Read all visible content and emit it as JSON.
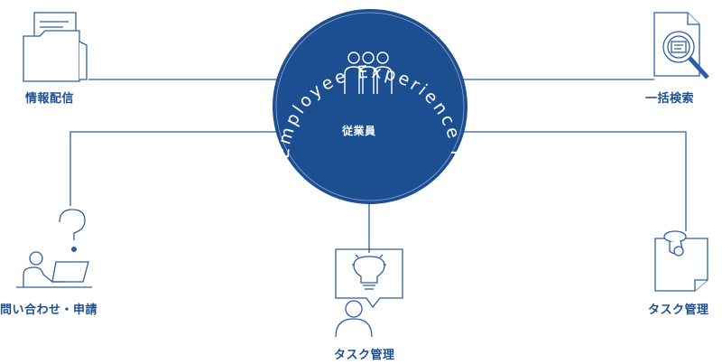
{
  "diagram": {
    "ring_text": "Employee Experience Platform",
    "center_label": "従業員",
    "nodes": {
      "top_left": "情報配信",
      "top_right": "一括検索",
      "bottom_left": "問い合わせ・申請",
      "bottom_center": "タスク管理",
      "bottom_right": "タスク管理"
    }
  },
  "icons": [
    "folder-icon",
    "document-search-icon",
    "person-question-laptop-icon",
    "lightbulb-person-icon",
    "pinned-note-icon",
    "employees-icon"
  ],
  "colors": {
    "primary": "#1c4f92",
    "line": "#2b5ea8",
    "text_on_circle": "#ffffff"
  }
}
